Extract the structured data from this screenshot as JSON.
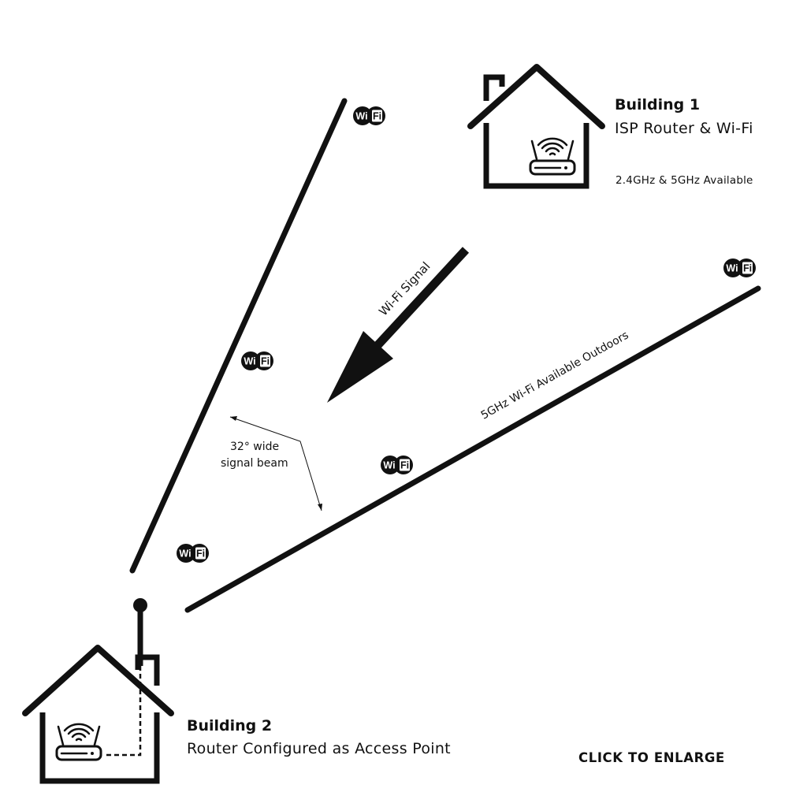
{
  "building1": {
    "title": "Building 1",
    "subtitle": "ISP Router & Wi-Fi",
    "note": "2.4GHz & 5GHz Available"
  },
  "building2": {
    "title": "Building 2",
    "subtitle": "Router Configured as Access Point"
  },
  "signal_label": "Wi-Fi Signal",
  "outdoor_label": "5GHz Wi-Fi Available Outdoors",
  "beam_label": {
    "line1": "32° wide",
    "line2": "signal beam"
  },
  "wifi_badge": {
    "left_text": "Wi",
    "right_text": "Fi",
    "icon": "wifi-logo-icon"
  },
  "enlarge_link": "CLICK TO ENLARGE",
  "colors": {
    "ink": "#111111",
    "background": "#ffffff"
  }
}
